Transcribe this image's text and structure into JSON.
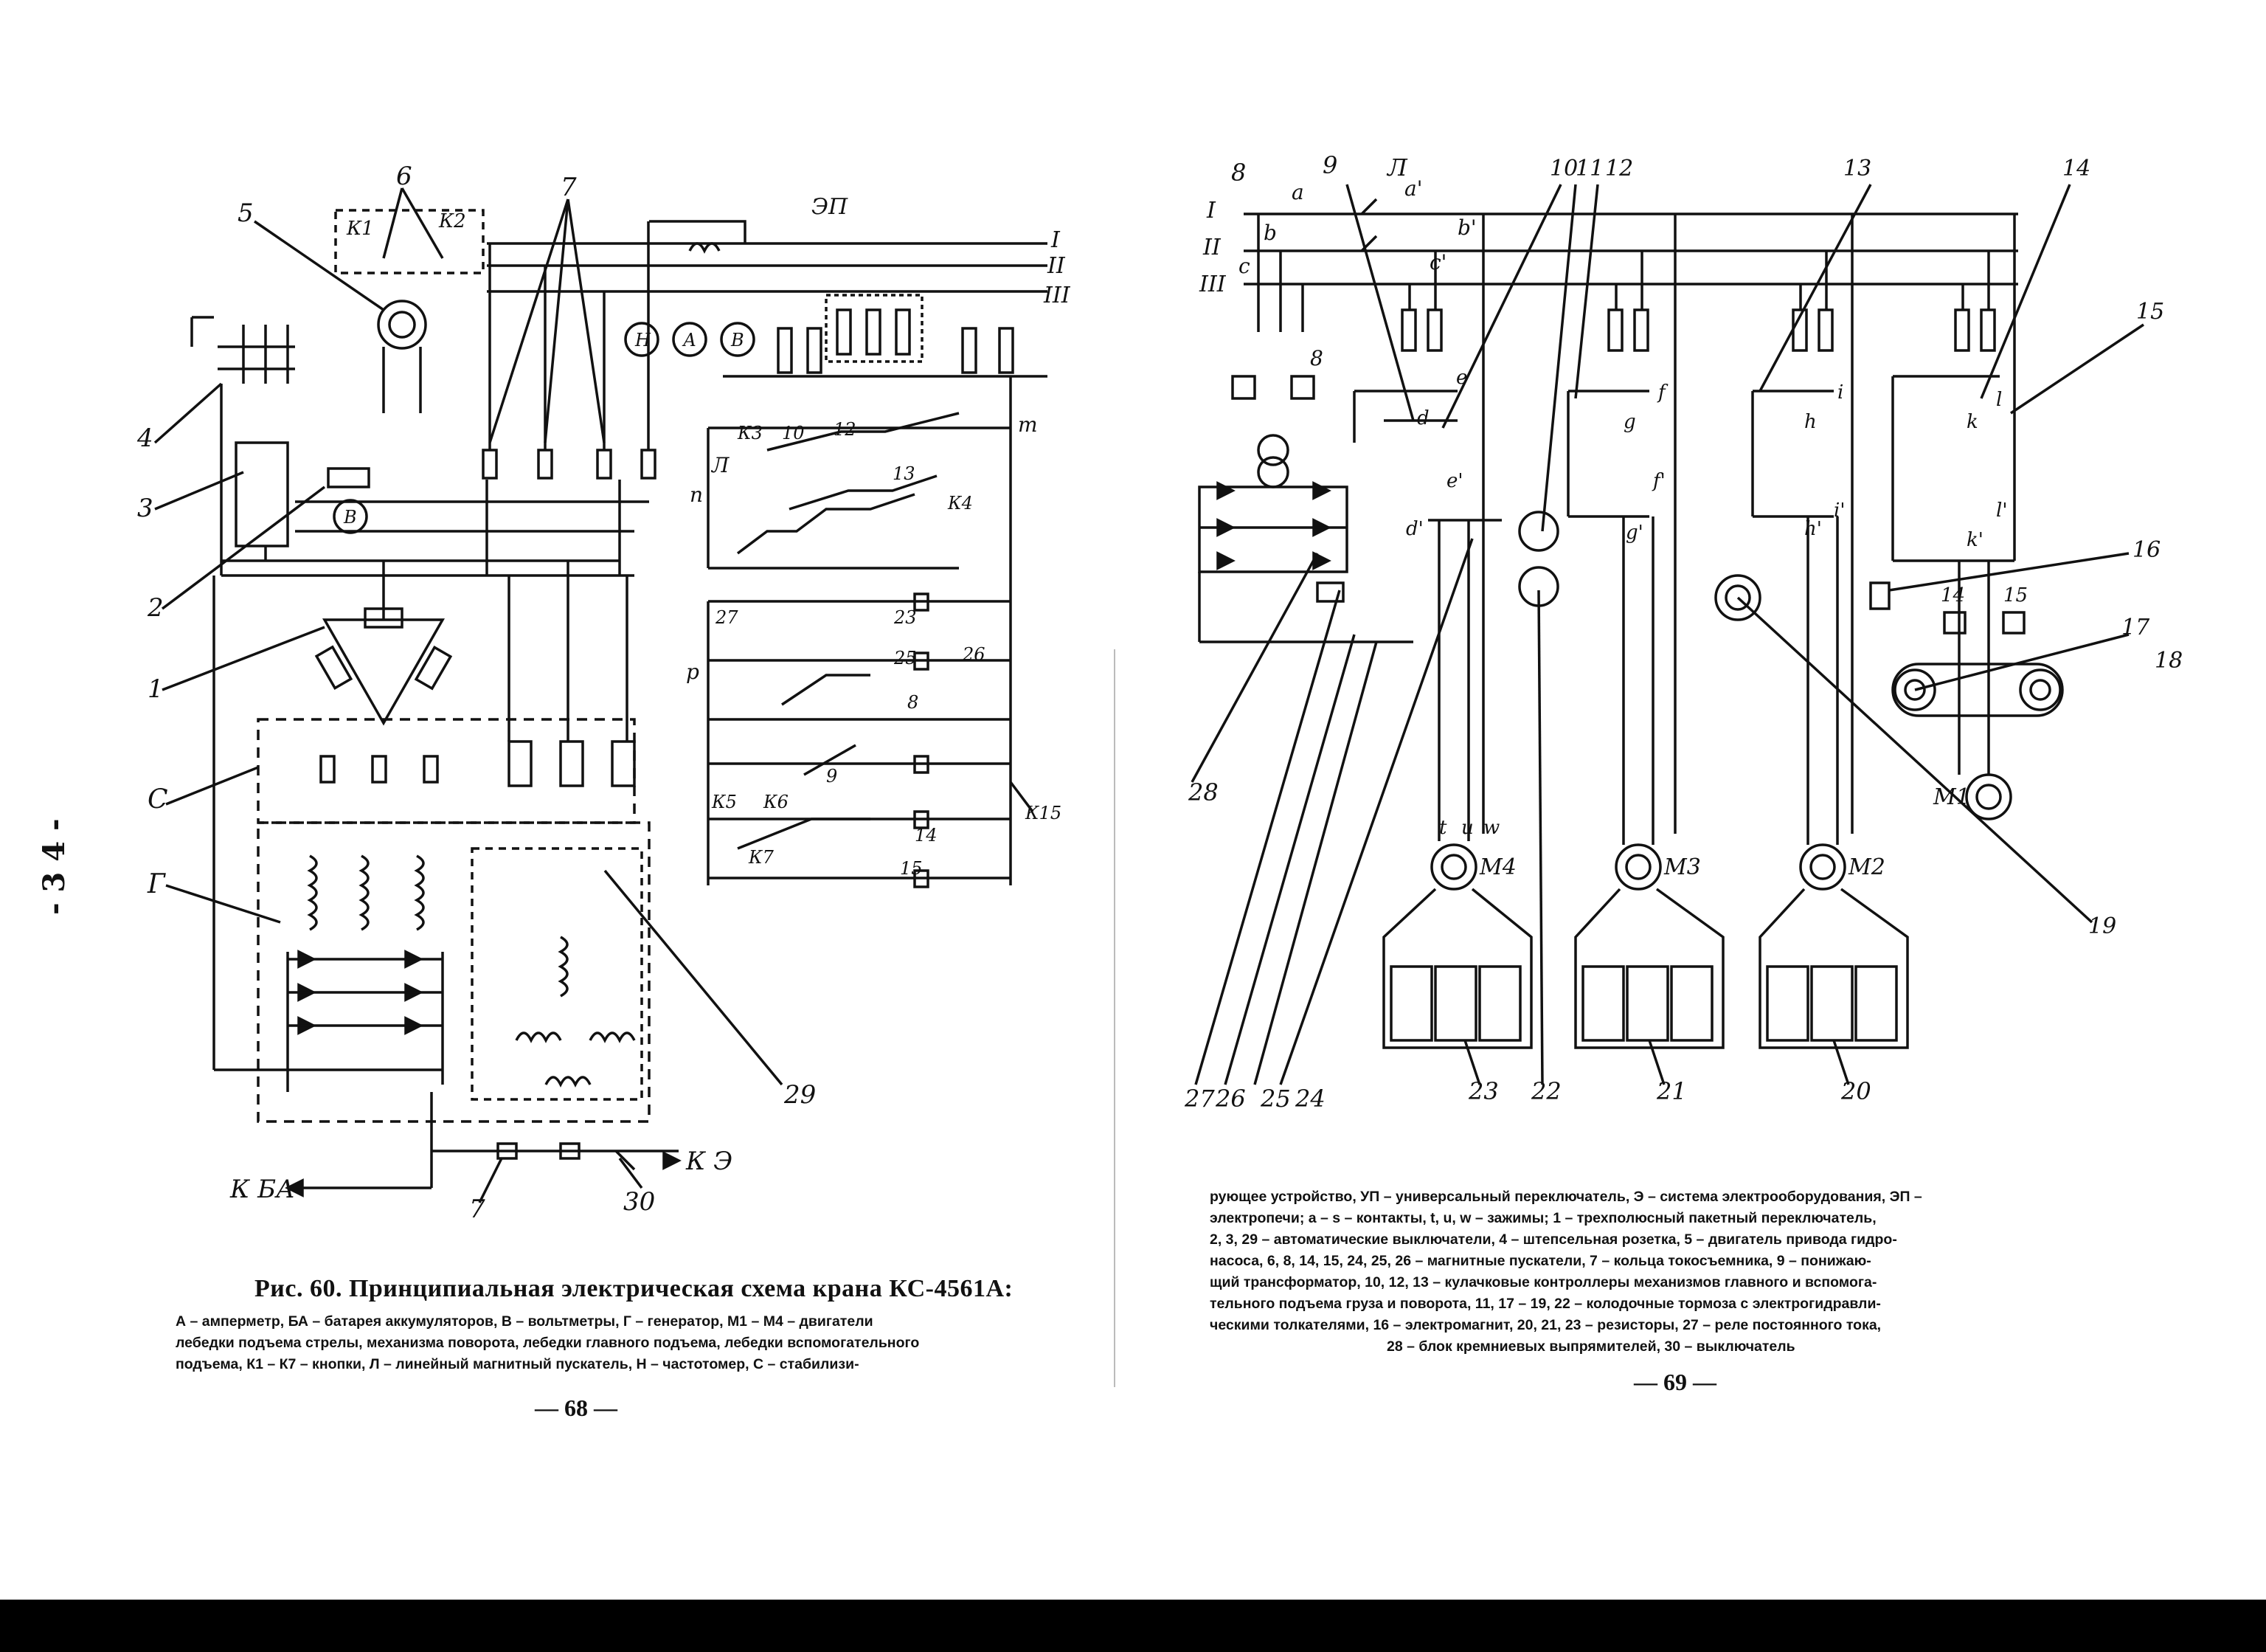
{
  "left_page": {
    "figure_title": "Рис. 60. Принципиальная электрическая схема крана КС-4561А:",
    "legend_lines": [
      "А – амперметр, БА – батарея аккумуляторов, В – вольтметры, Г – генератор, М1 – М4 – двигатели",
      "лебедки подъема стрелы, механизма поворота, лебедки главного подъема, лебедки вспомогательного",
      "подъема, К1 – К7 – кнопки, Л – линейный магнитный пускатель, Н – частотомер, С – стабилизи-"
    ],
    "page_number": "— 68 —",
    "margin_note": "- 3 4 -",
    "labels": {
      "n6": "6",
      "n7": "7",
      "n5": "5",
      "n4": "4",
      "n3": "3",
      "n2": "2",
      "n1": "1",
      "C": "С",
      "G": "Г",
      "n29": "29",
      "n30": "30",
      "n7b": "7",
      "KBA": "К БА",
      "KE": "К Э",
      "EP": "ЭП",
      "K1": "К1",
      "K2": "К2",
      "H": "Н",
      "A": "А",
      "B": "В",
      "B2": "В",
      "I": "I",
      "II": "II",
      "III": "III",
      "L": "Л",
      "n": "n",
      "p": "p",
      "m": "m",
      "K3": "К3",
      "K4": "К4",
      "K5": "К5",
      "K6": "К6",
      "K7": "К7",
      "K15": "К15",
      "c10": "10",
      "c12": "12",
      "c13": "13",
      "c14": "14",
      "c15": "15",
      "c23": "23",
      "c25": "25",
      "c26": "26",
      "c27": "27",
      "c8": "8",
      "c9": "9"
    }
  },
  "right_page": {
    "legend_lines": [
      "рующее устройство, УП – универсальный переключатель, Э – система электрооборудования, ЭП –",
      "электропечи; a – s – контакты, t, u, w – зажимы; 1 – трехполюсный пакетный переключатель,",
      "2, 3, 29 – автоматические выключатели, 4 – штепсельная розетка, 5 – двигатель привода гидро-",
      "насоса, 6, 8, 14, 15, 24, 25, 26 – магнитные пускатели, 7 – кольца токосъемника, 9 – понижаю-",
      "щий трансформатор, 10, 12, 13 – кулачковые контроллеры механизмов главного и вспомога-",
      "тельного подъема груза и поворота, 11, 17 – 19, 22 – колодочные тормоза с электрогидравли-",
      "ческими толкателями, 16 – электромагнит, 20, 21, 23 – резисторы, 27 – реле постоянного тока,",
      "28 – блок кремниевых выпрямителей, 30 – выключатель"
    ],
    "page_number": "— 69 —",
    "labels": {
      "n8": "8",
      "n9": "9",
      "L": "Л",
      "n10": "10",
      "n11": "11",
      "n12": "12",
      "n13": "13",
      "n14": "14",
      "n15": "15",
      "n16": "16",
      "n17": "17",
      "n18": "18",
      "n19": "19",
      "n20": "20",
      "n21": "21",
      "n22": "22",
      "n23": "23",
      "n24": "24",
      "n25": "25",
      "n26": "26",
      "n27": "27",
      "n28": "28",
      "I": "I",
      "II": "II",
      "III": "III",
      "a": "a",
      "a1": "a'",
      "b": "b",
      "b1": "b'",
      "c": "c",
      "c1": "c'",
      "d": "d",
      "d1": "d'",
      "e": "e",
      "e1": "e'",
      "f": "f",
      "f1": "f'",
      "g": "g",
      "g1": "g'",
      "h": "h",
      "h1": "h'",
      "i": "i",
      "i1": "i'",
      "k": "k",
      "k1": "k'",
      "l": "l",
      "l1": "l'",
      "t": "t",
      "u": "u",
      "w": "w",
      "M1": "M1",
      "M2": "M2",
      "M3": "M3",
      "M4": "M4",
      "n8b": "8",
      "n14b": "14",
      "n15b": "15"
    }
  }
}
